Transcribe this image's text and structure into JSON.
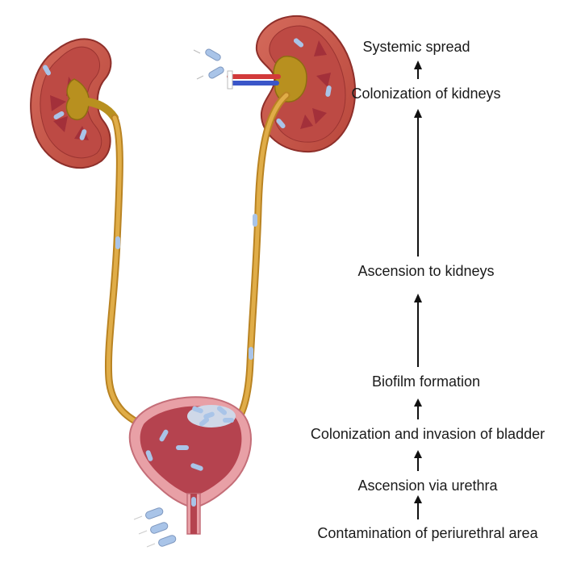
{
  "steps": [
    "Contamination of periurethral area",
    "Ascension via urethra",
    "Colonization and invasion of bladder",
    "Biofilm formation",
    "Ascension to kidneys",
    "Colonization of kidneys",
    "Systemic spread"
  ],
  "colors": {
    "kidney_cortex": "#c8584a",
    "kidney_medulla": "#a8323a",
    "kidney_pelvis": "#b58a1e",
    "ureter": "#d9a53a",
    "bladder": "#b5434f",
    "bladder_lining": "#e8a0a6",
    "bacteria": "#a9c4e8",
    "artery": "#d23a3a",
    "vein": "#3a56c9",
    "arrow": "#111111"
  }
}
